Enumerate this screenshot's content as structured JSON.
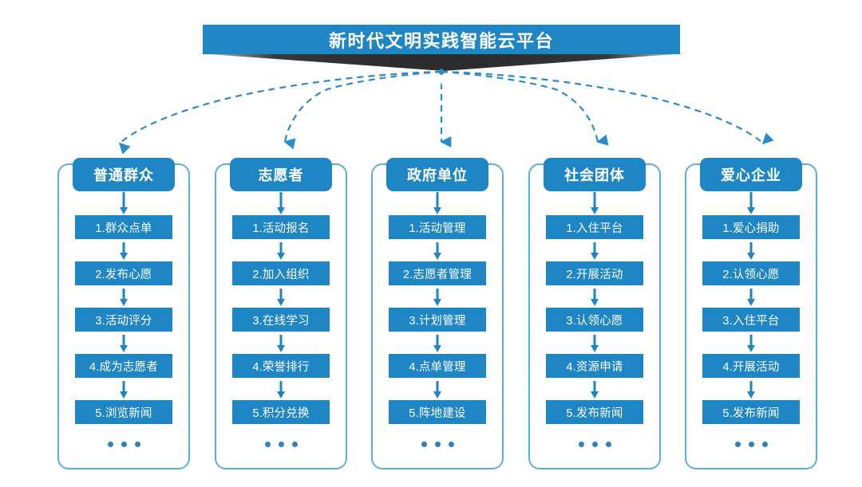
{
  "banner": {
    "title": "新时代文明实践智能云平台",
    "accent_color": "#1F86C6",
    "shadow_color": "#2C2C2C",
    "notch_icon": "down-arrow-notch-icon"
  },
  "theme": {
    "box_blue": "#1F86C6",
    "outline_blue": "#5CAEDC",
    "dot_blue": "#2A82C4",
    "connector_blue": "#2A8BCB",
    "background": "#ffffff"
  },
  "connectors": {
    "style": "dashed-curved-arrow",
    "count": 5,
    "hub_label": "platform-hub"
  },
  "columns": [
    {
      "id": "public",
      "header": "普通群众",
      "items": [
        "1.群众点单",
        "2.发布心愿",
        "3.活动评分",
        "4.成为志愿者",
        "5.浏览新闻"
      ],
      "more": "..."
    },
    {
      "id": "volunteer",
      "header": "志愿者",
      "items": [
        "1.活动报名",
        "2.加入组织",
        "3.在线学习",
        "4.荣誉排行",
        "5.积分兑换"
      ],
      "more": "..."
    },
    {
      "id": "government",
      "header": "政府单位",
      "items": [
        "1.活动管理",
        "2.志愿者管理",
        "3.计划管理",
        "4.点单管理",
        "5.阵地建设"
      ],
      "more": "..."
    },
    {
      "id": "social-group",
      "header": "社会团体",
      "items": [
        "1.入住平台",
        "2.开展活动",
        "3.认领心愿",
        "4.资源申请",
        "5.发布新闻"
      ],
      "more": "..."
    },
    {
      "id": "enterprise",
      "header": "爱心企业",
      "items": [
        "1.爱心捐助",
        "2.认领心愿",
        "3.入住平台",
        "4.开展活动",
        "5.发布新闻"
      ],
      "more": "..."
    }
  ]
}
